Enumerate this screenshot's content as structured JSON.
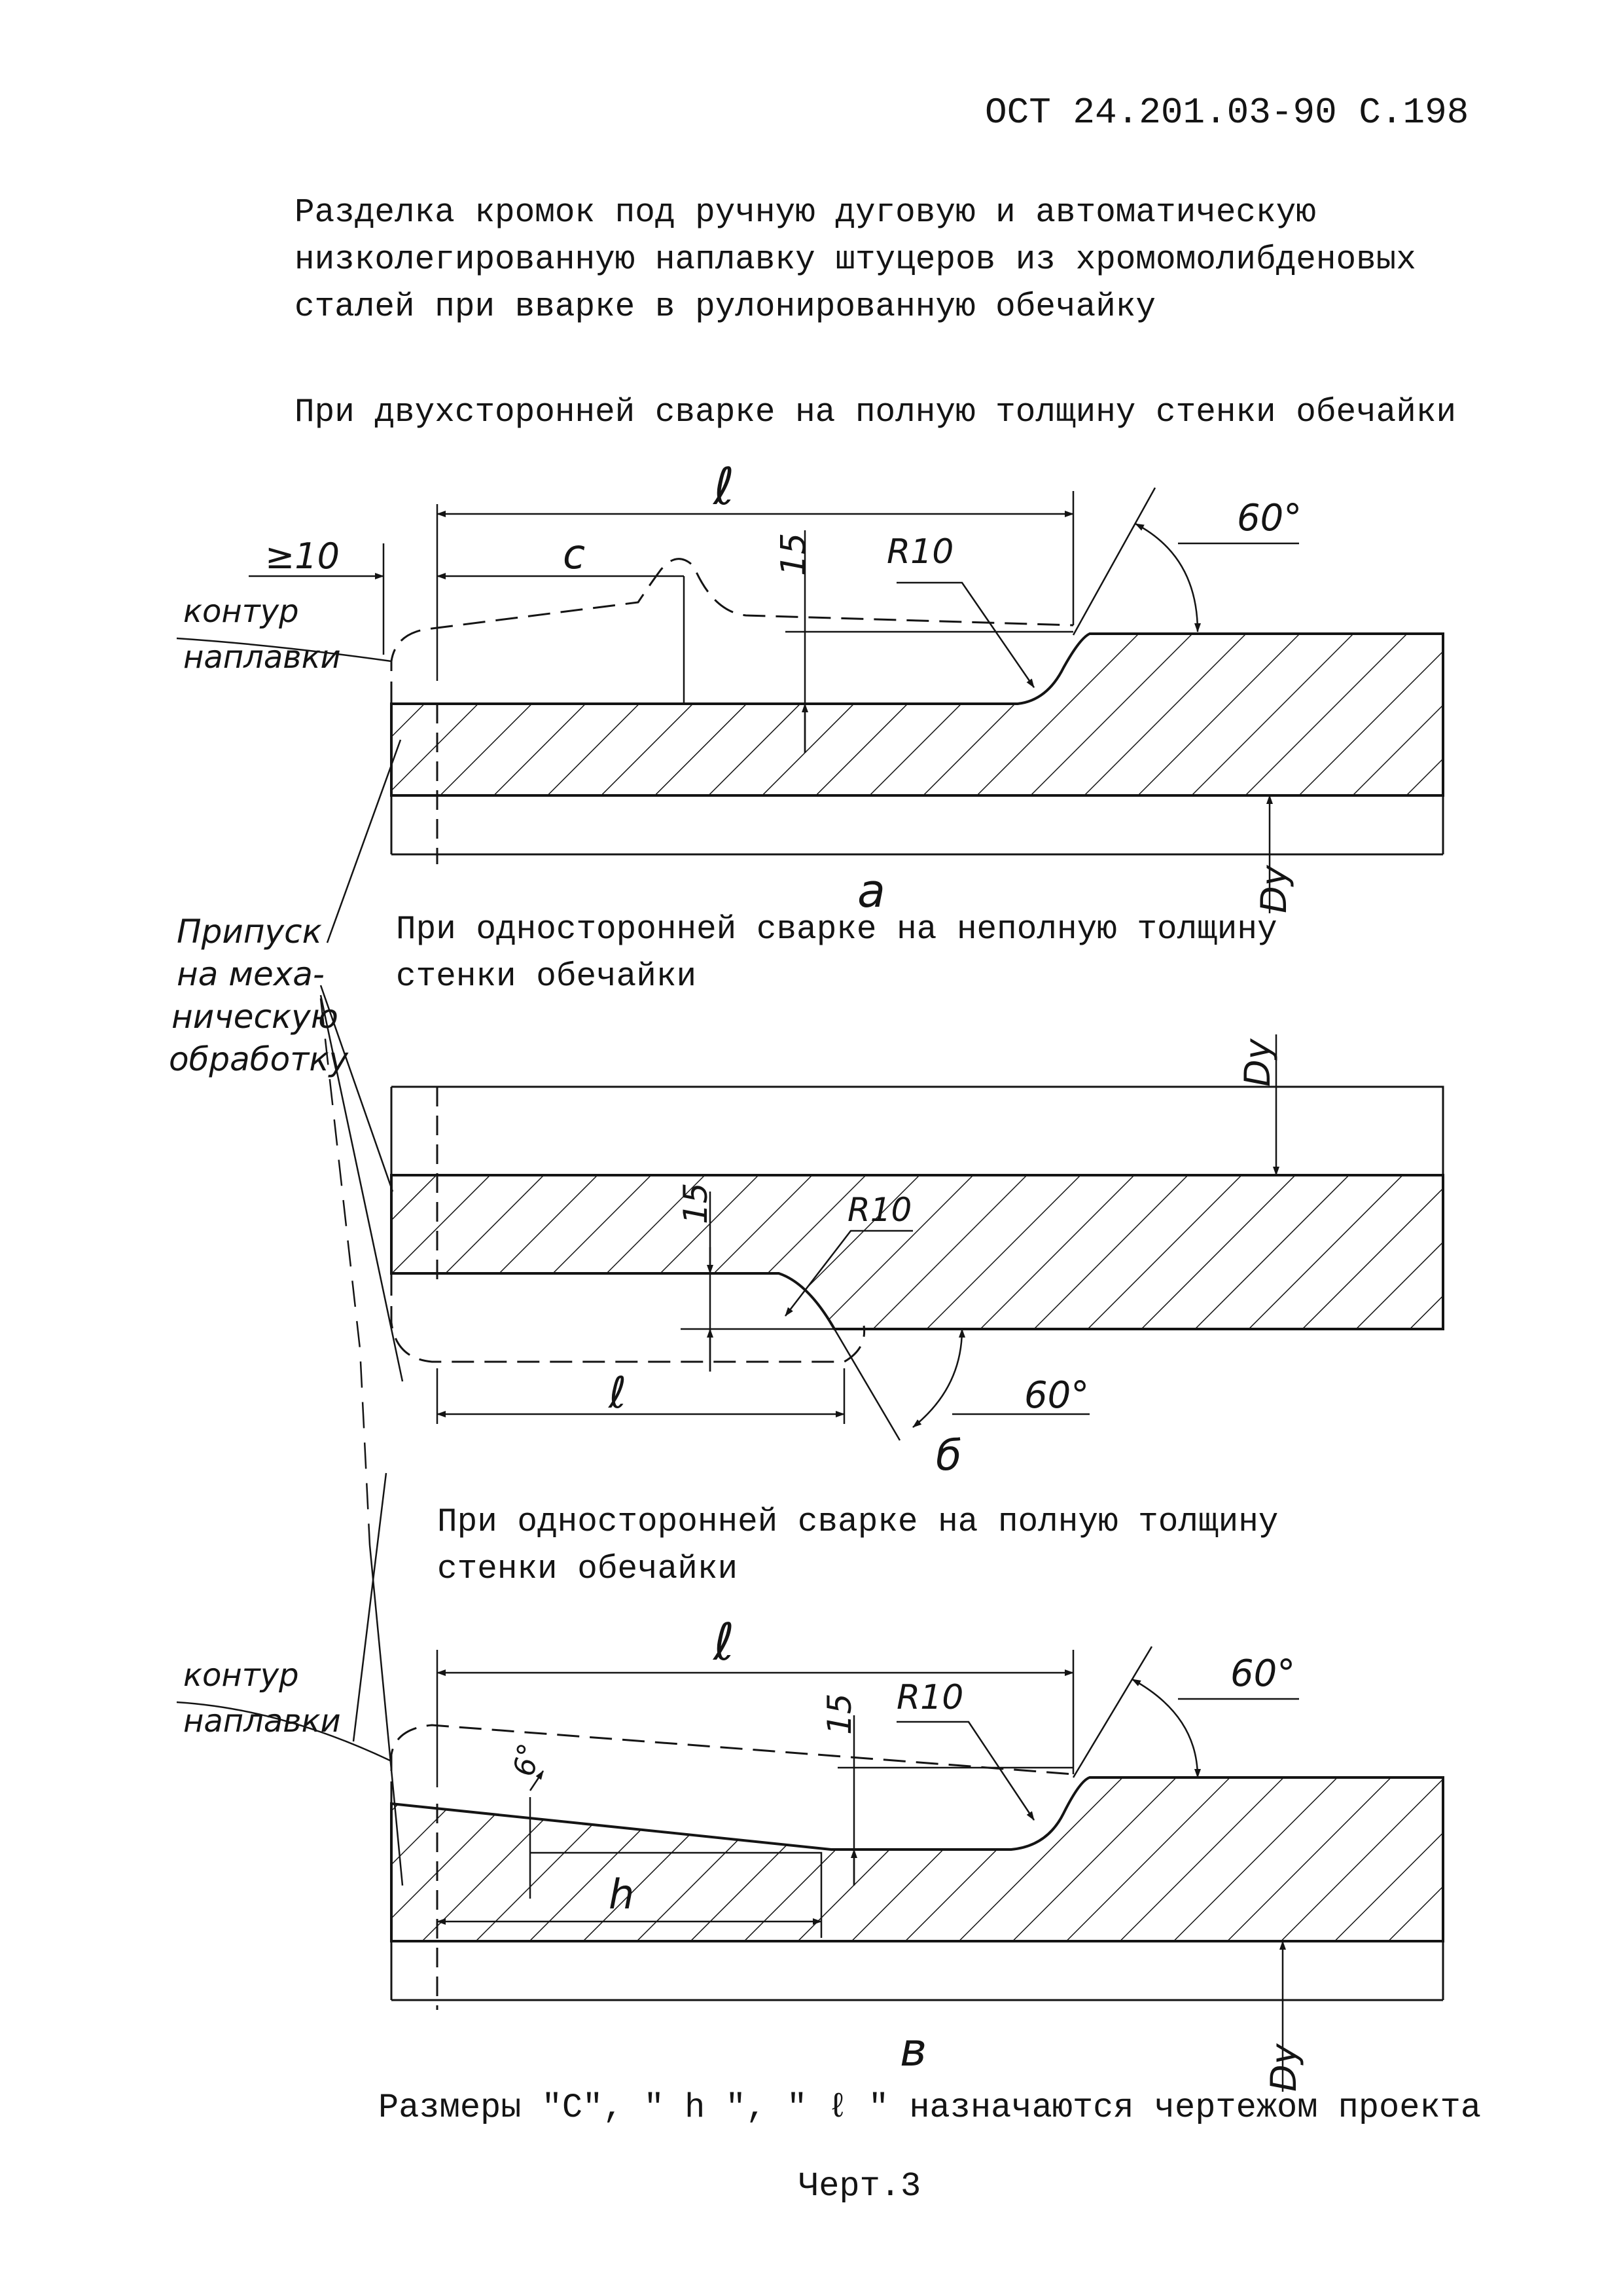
{
  "header": {
    "doc_code": "ОСТ 24.201.03-90 С.198"
  },
  "heading": {
    "lines": [
      "Разделка кромок под ручную дуговую и автоматическую",
      "низколегированную наплавку штуцеров из хромомолибденовых",
      "сталей при вварке в рулонированную обечайку"
    ]
  },
  "sections": {
    "a": {
      "title": "При двухсторонней сварке на полную толщину стенки обечайки",
      "label": "а",
      "dims": {
        "l": "ℓ",
        "c": "c",
        "min_offset": "≥10",
        "h15": "15",
        "radius": "R10",
        "angle": "60°",
        "dy": "Dу"
      },
      "callout": [
        "контур",
        "наплавки"
      ]
    },
    "b": {
      "title": [
        "При односторонней сварке на неполную толщину",
        "стенки обечайки"
      ],
      "label": "б",
      "dims": {
        "l": "ℓ",
        "h15": "15",
        "radius": "R10",
        "angle": "60°",
        "dy": "Dу"
      }
    },
    "c": {
      "title": [
        "При односторонней сварке на полную толщину",
        "стенки обечайки"
      ],
      "label": "в",
      "dims": {
        "l": "ℓ",
        "h": "h",
        "h15": "15",
        "radius": "R10",
        "angle": "60°",
        "small_angle": "6°",
        "dy": "Dу"
      },
      "callout": [
        "контур",
        "наплавки"
      ]
    }
  },
  "allowance_callout": [
    "Припуск",
    "на меха-",
    "ническую",
    "обработку"
  ],
  "footer": {
    "note": "Размеры \"С\", \" h \", \" ℓ \" назначаются чертежом проекта",
    "caption": "Черт.3"
  },
  "colors": {
    "ink": "#141414",
    "paper": "#ffffff"
  }
}
